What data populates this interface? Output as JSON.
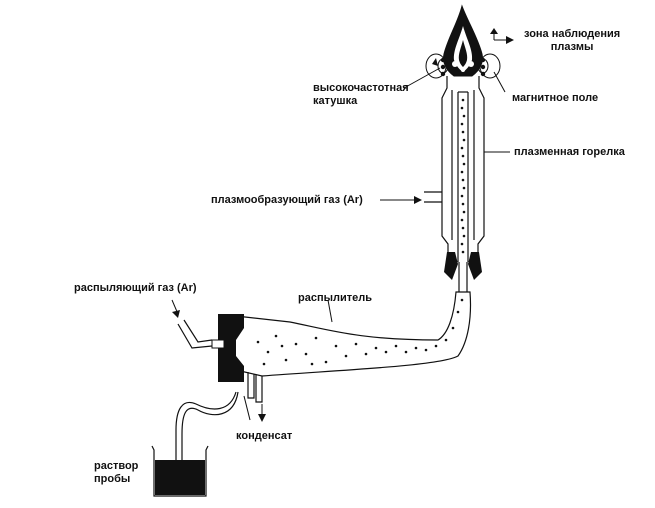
{
  "labels": {
    "observation_zone": [
      "зона наблюдения",
      "плазмы"
    ],
    "hf_coil": [
      "высокочастотная",
      "катушка"
    ],
    "magnetic_field": "магнитное поле",
    "plasma_torch": "плазменная горелка",
    "plasma_gas": "плазмообразующий газ (Ar)",
    "nebulizer_gas": "распыляющий газ (Ar)",
    "nebulizer": "распылитель",
    "condensate": "конденсат",
    "sample_solution": [
      "раствор",
      "пробы"
    ]
  },
  "colors": {
    "ink": "#111111",
    "background": "#ffffff"
  }
}
